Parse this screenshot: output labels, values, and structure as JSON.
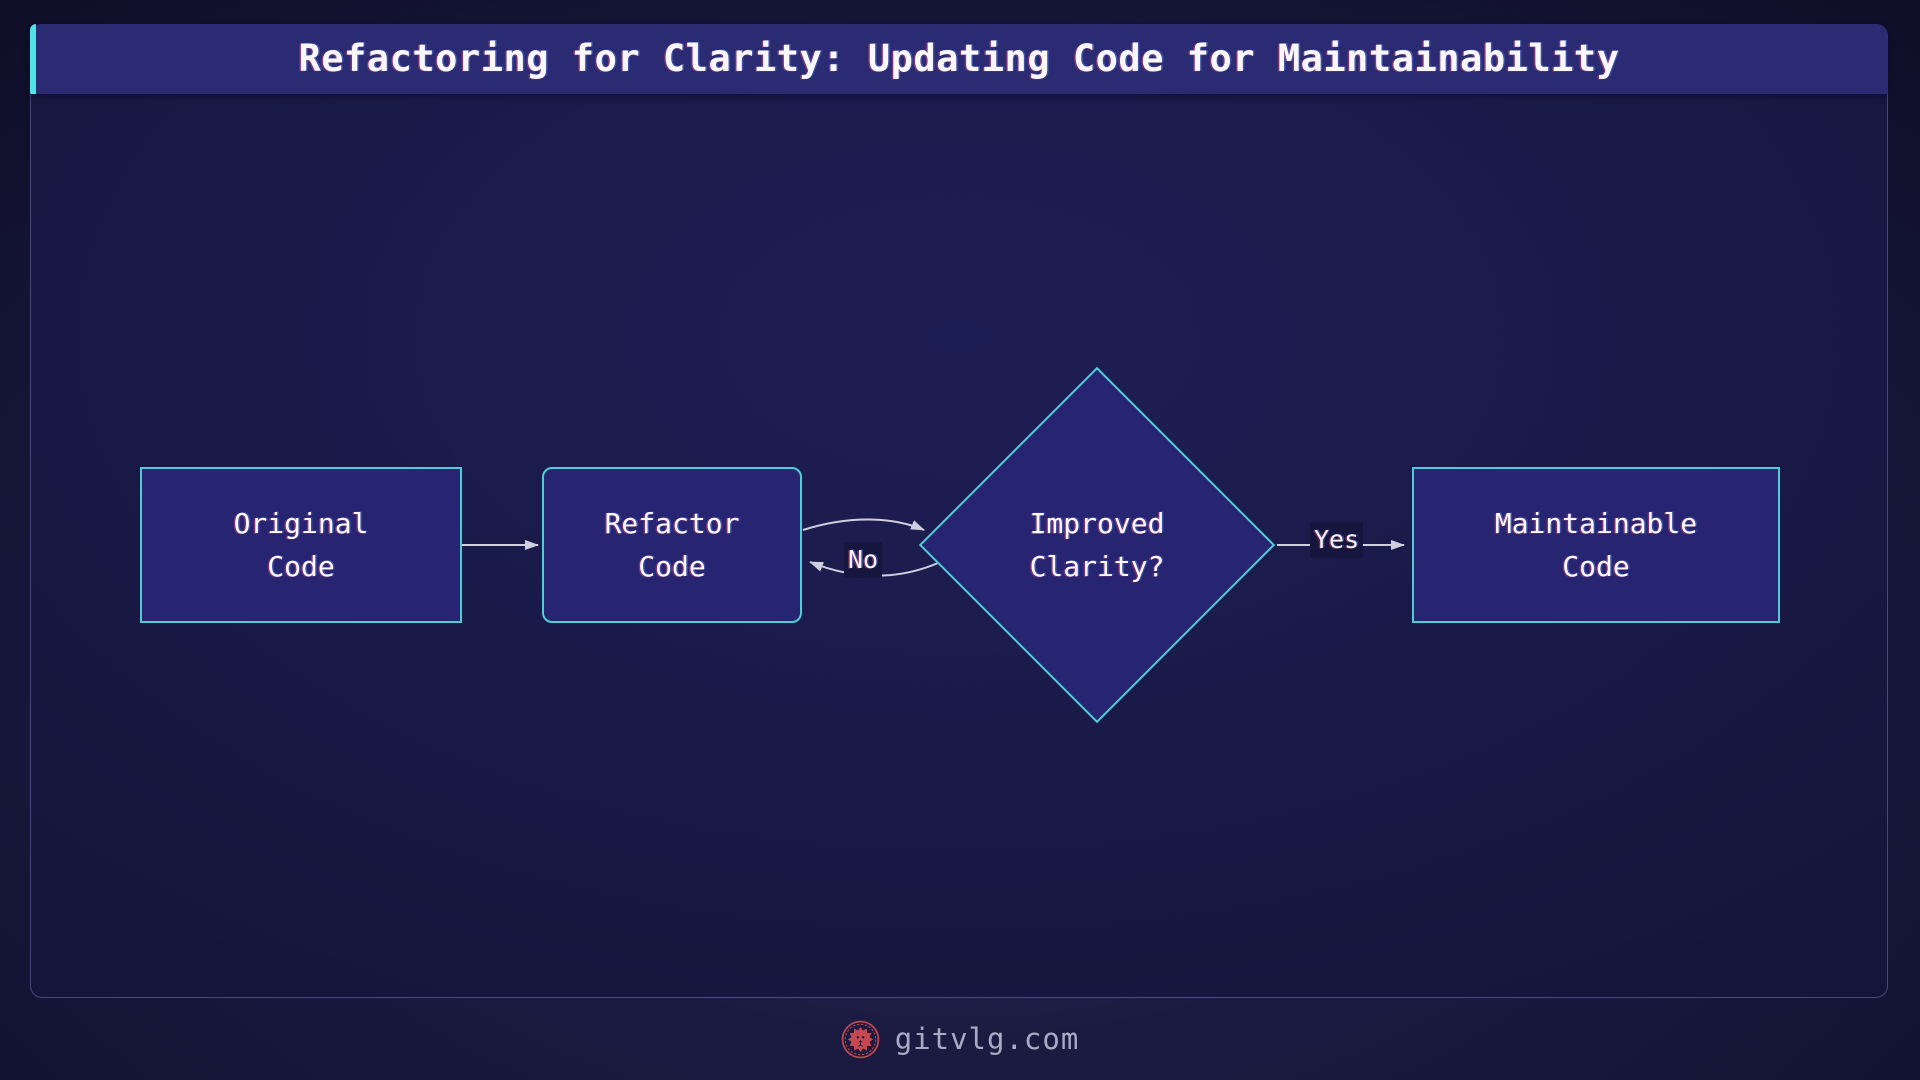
{
  "header": {
    "title": "Refactoring for Clarity: Updating Code for Maintainability"
  },
  "flowchart": {
    "nodes": [
      {
        "id": "original-code",
        "shape": "rectangle",
        "lines": [
          "Original",
          "Code"
        ]
      },
      {
        "id": "refactor-code",
        "shape": "rounded-rectangle",
        "lines": [
          "Refactor",
          "Code"
        ]
      },
      {
        "id": "improved-clarity",
        "shape": "diamond-decision",
        "lines": [
          "Improved",
          "Clarity?"
        ]
      },
      {
        "id": "maintainable-code",
        "shape": "rectangle",
        "lines": [
          "Maintainable",
          "Code"
        ]
      }
    ],
    "edges": [
      {
        "from": "original-code",
        "to": "refactor-code",
        "label": ""
      },
      {
        "from": "refactor-code",
        "to": "improved-clarity",
        "label": ""
      },
      {
        "from": "improved-clarity",
        "to": "refactor-code",
        "label": "No"
      },
      {
        "from": "improved-clarity",
        "to": "maintainable-code",
        "label": "Yes"
      }
    ],
    "edge_labels": {
      "no": "No",
      "yes": "Yes"
    }
  },
  "footer": {
    "site": "gitvlg.com",
    "logo": "lion-medallion-icon"
  },
  "colors": {
    "accent_cyan": "#4fe3e8",
    "node_border": "#4fccd6",
    "node_fill": "#272572",
    "titlebar_bg": "#2b2b74",
    "panel_bg": "#1a1a48",
    "outer_bg": "#0d0d26",
    "edge_stroke": "#cfd0df",
    "edge_label_bg": "#15153e",
    "logo_red": "#c7494f",
    "footer_text": "#a9aac4"
  }
}
